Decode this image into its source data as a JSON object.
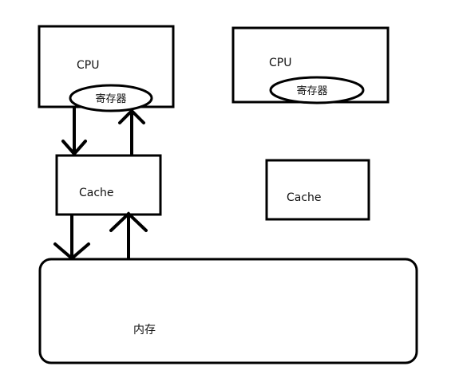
{
  "diagram": {
    "left_group": {
      "cpu_label": "CPU",
      "register_label": "寄存器",
      "cache_label": "Cache"
    },
    "right_group": {
      "cpu_label": "CPU",
      "register_label": "寄存器",
      "cache_label": "Cache"
    },
    "memory_label": "内存"
  }
}
